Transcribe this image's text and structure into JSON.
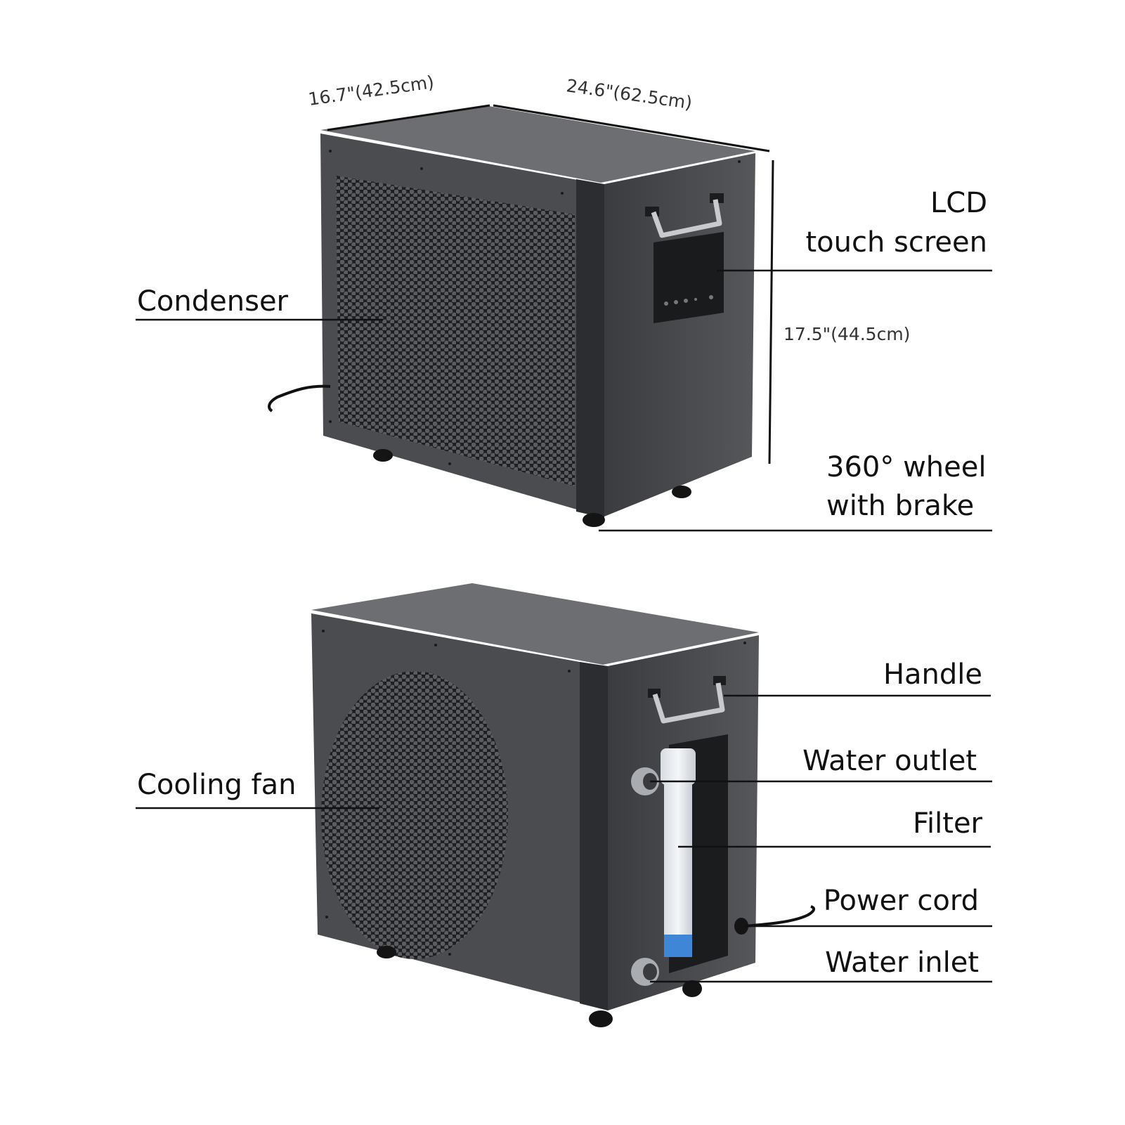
{
  "top_view": {
    "dimensions": {
      "depth": "16.7\"(42.5cm)",
      "width": "24.6\"(62.5cm)",
      "height": "17.5\"(44.5cm)"
    },
    "callouts": {
      "condenser": "Condenser",
      "lcd_line1": "LCD",
      "lcd_line2": "touch screen",
      "wheel_line1": "360° wheel",
      "wheel_line2": "with brake"
    }
  },
  "bottom_view": {
    "callouts": {
      "cooling_fan": "Cooling fan",
      "handle": "Handle",
      "water_outlet": "Water outlet",
      "filter": "Filter",
      "power_cord": "Power cord",
      "water_inlet": "Water inlet"
    }
  },
  "colors": {
    "housing": "#4a4c50",
    "housing_dark": "#2b2d30",
    "top_panel": "#6c6e72",
    "chrome": "#c8cacd",
    "filter_blue": "#3f86d6"
  }
}
